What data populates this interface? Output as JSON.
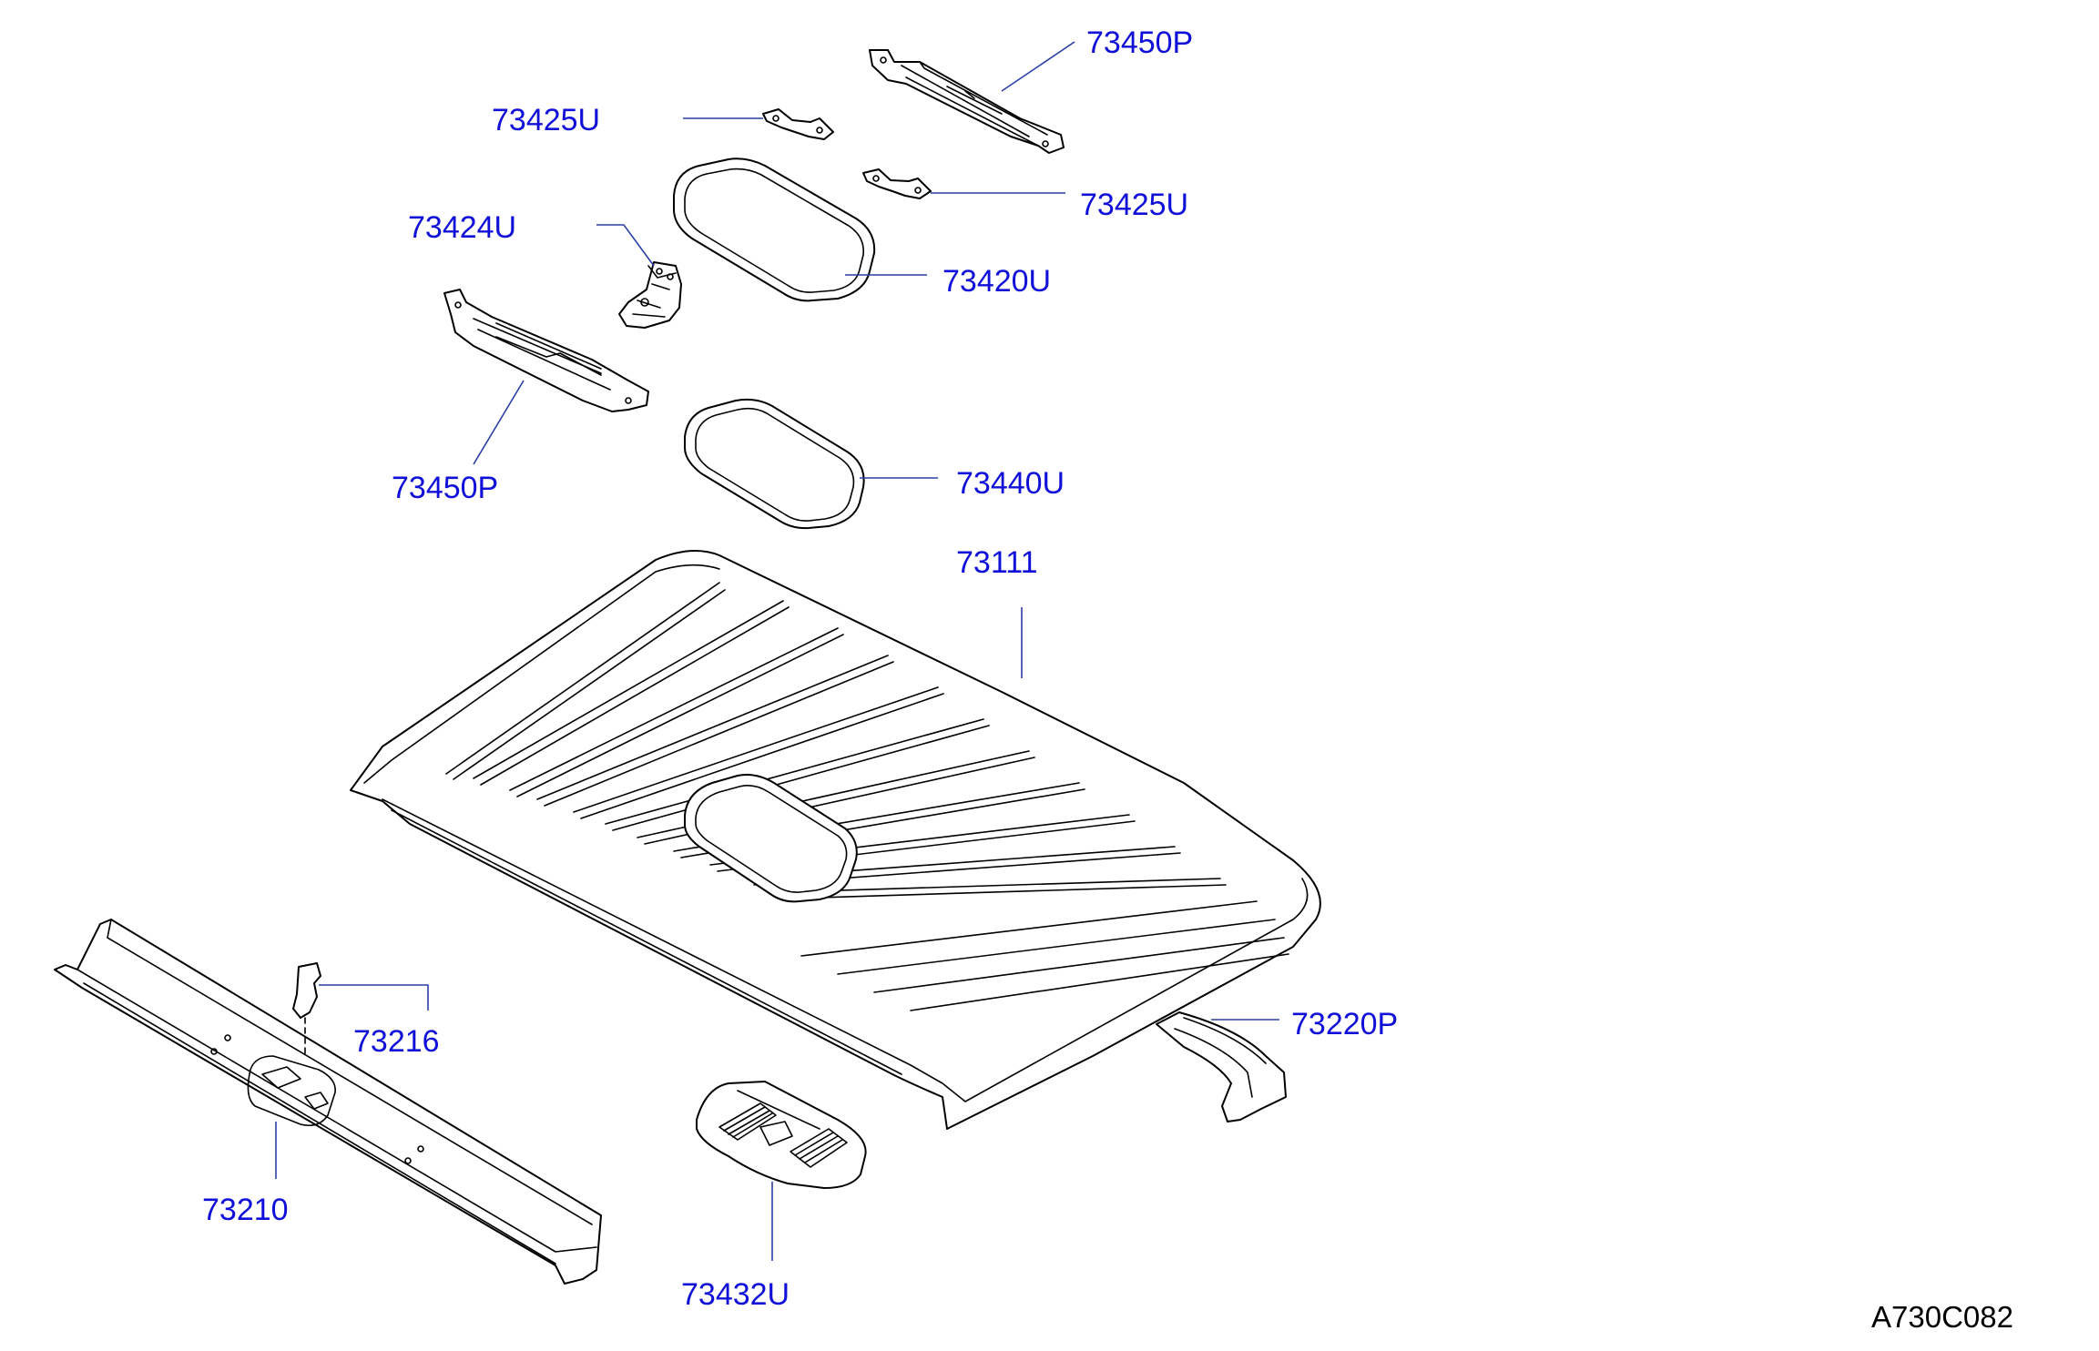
{
  "diagram": {
    "callouts": {
      "p73450p_top": "73450P",
      "p73425u_left": "73425U",
      "p73425u_right": "73425U",
      "p73424u": "73424U",
      "p73420u": "73420U",
      "p73450p_bottom": "73450P",
      "p73440u": "73440U",
      "p73111": "73111",
      "p73216": "73216",
      "p73220p": "73220P",
      "p73210": "73210",
      "p73432u": "73432U"
    },
    "reference_code": "A730C082"
  },
  "colors": {
    "callout_text": "#1010d8",
    "leader_line": "#2b3fa8",
    "line_art": "#000000",
    "background": "#ffffff"
  }
}
